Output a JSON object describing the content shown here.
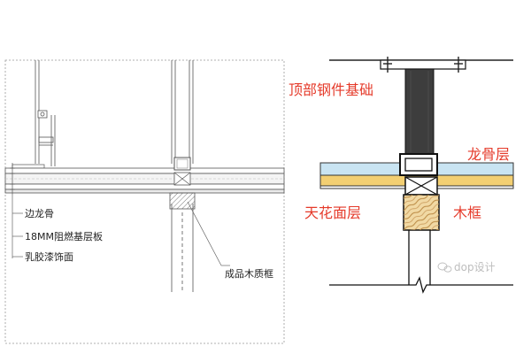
{
  "left_detail": {
    "labels": {
      "edge_keel": "边龙骨",
      "fire_board": "18MM阻燃基层板",
      "latex_finish": "乳胶漆饰面",
      "wood_frame": "成品木质框"
    }
  },
  "right_detail": {
    "labels": {
      "steel_base": "顶部钢件基础",
      "keel_layer": "龙骨层",
      "ceiling_layer": "天花面层",
      "wood_frame": "木框"
    },
    "colors": {
      "label_red": "#e53a2a",
      "keel_blue": "#c9e4f2",
      "ceiling_yellow": "#f3cf72",
      "steel_dark": "#3d3d3d",
      "wood": "#f1d9a4"
    }
  },
  "watermark": {
    "text": "dop设计"
  }
}
